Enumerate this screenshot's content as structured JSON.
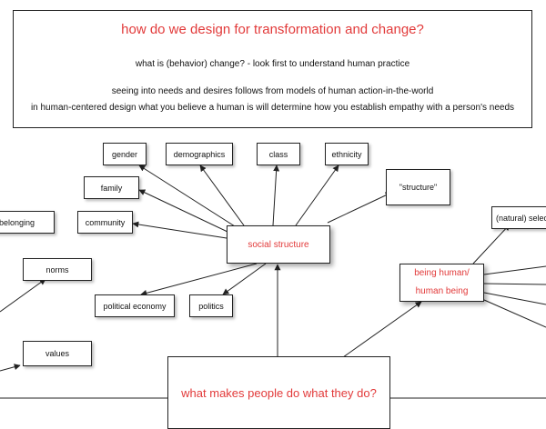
{
  "header": {
    "title": "how do we design for transformation and change?",
    "line1": "what is (behavior) change? - look first to understand human practice",
    "line2": "seeing into needs and desires follows from models of human action-in-the-world",
    "line3": "in human-centered design what you believe a human is will determine how you establish empathy with a person's needs"
  },
  "nodes": {
    "gender": "gender",
    "demographics": "demographics",
    "class": "class",
    "ethnicity": "ethnicity",
    "family": "family",
    "structure": "\"structure\"",
    "belonging": "belonging",
    "community": "community",
    "social_structure": "social structure",
    "natural_selection": "(natural) selec",
    "norms": "norms",
    "being_human_line1": "being human/",
    "being_human_line2": "human being",
    "political_economy": "political economy",
    "politics": "politics",
    "values": "values",
    "central_question": "what makes people do what they do?"
  },
  "colors": {
    "accent": "#e23a3a",
    "line": "#222222"
  }
}
